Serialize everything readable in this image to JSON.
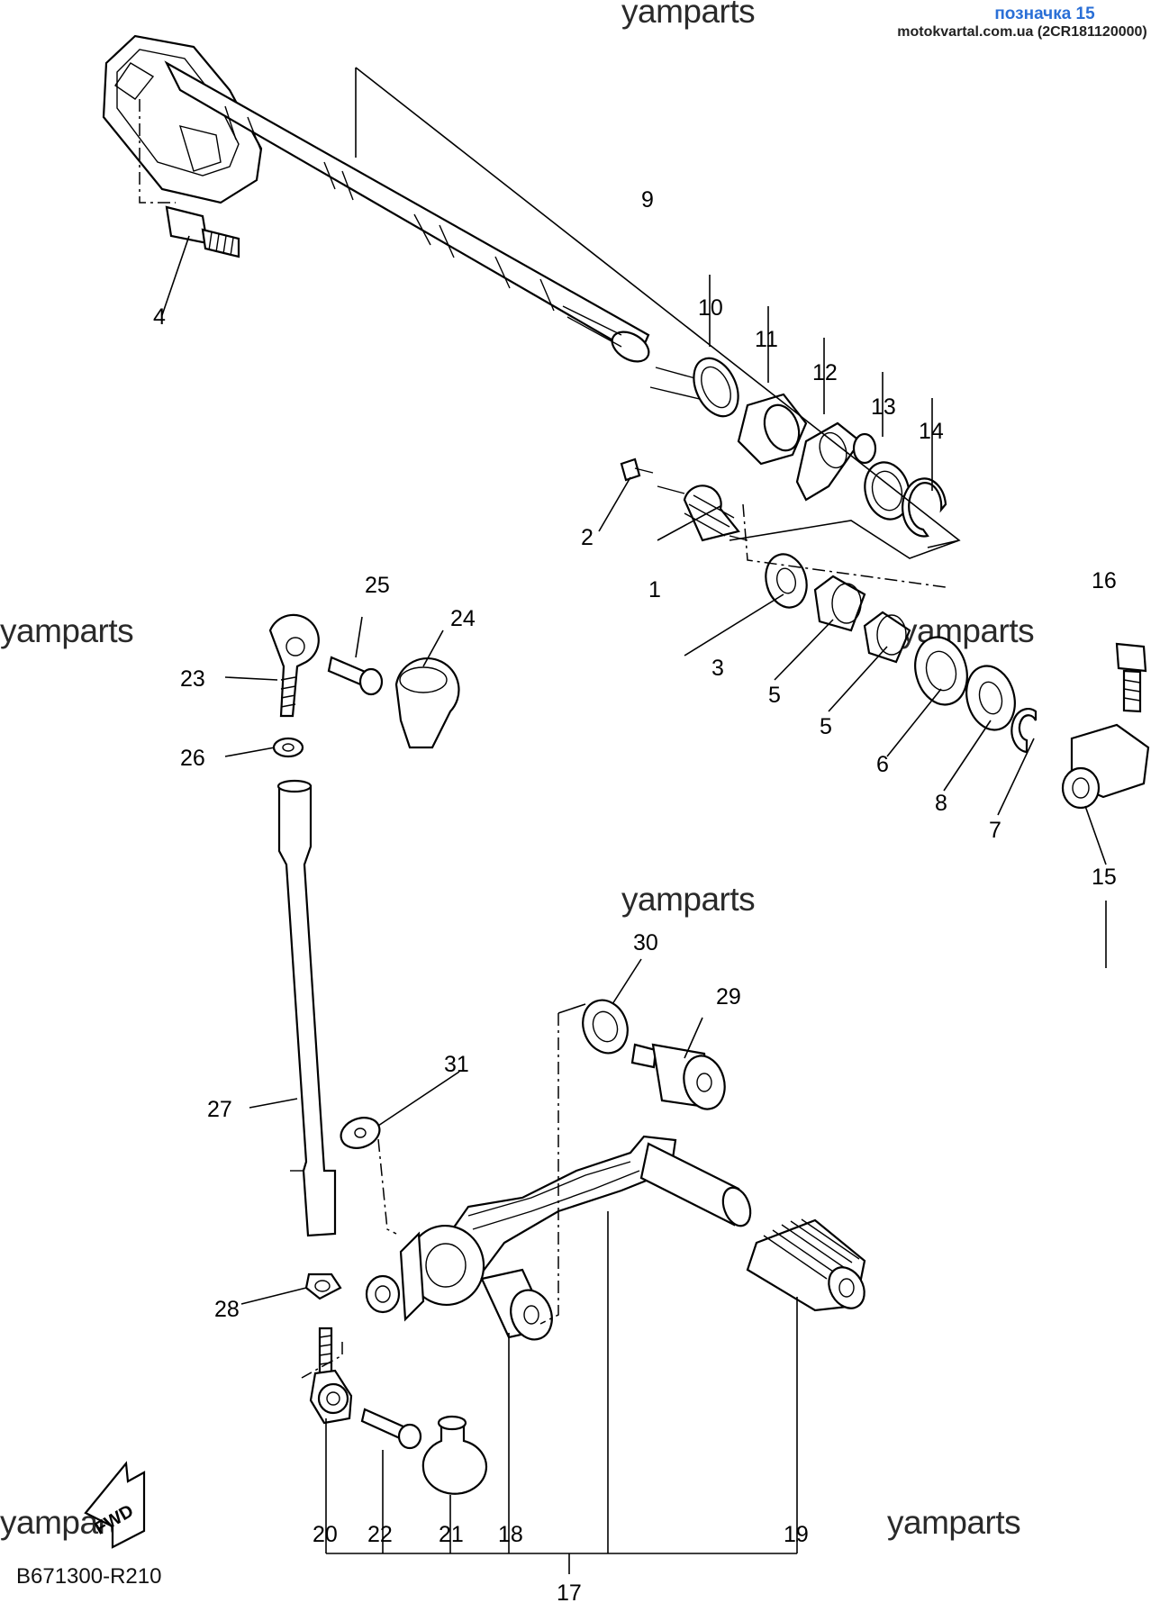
{
  "header": {
    "watermark_top": "yamparts",
    "tag": "позначка 15",
    "site": "motokvartal.com.ua (2CR181120000)"
  },
  "watermarks": [
    "yamparts",
    "yamparts",
    "yamparts",
    "yamparts",
    "yamparts"
  ],
  "footer": {
    "code": "B671300-R210",
    "fwd_label": "FWD"
  },
  "callouts": [
    "1",
    "2",
    "3",
    "4",
    "5",
    "5",
    "6",
    "7",
    "8",
    "9",
    "10",
    "11",
    "12",
    "13",
    "14",
    "15",
    "16",
    "17",
    "18",
    "19",
    "20",
    "21",
    "22",
    "23",
    "24",
    "25",
    "26",
    "27",
    "28",
    "29",
    "30",
    "31"
  ]
}
